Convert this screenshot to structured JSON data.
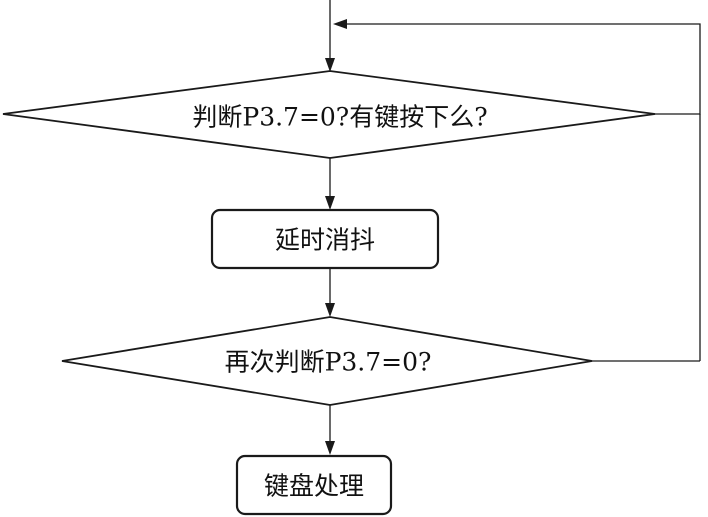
{
  "nodes": {
    "decision_key_pressed": {
      "label": "判断P3.7=0?有键按下么?"
    },
    "process_debounce": {
      "label": "延时消抖"
    },
    "decision_recheck": {
      "label": "再次判断P3.7=0?"
    },
    "process_key_handle": {
      "label": "键盘处理"
    }
  }
}
